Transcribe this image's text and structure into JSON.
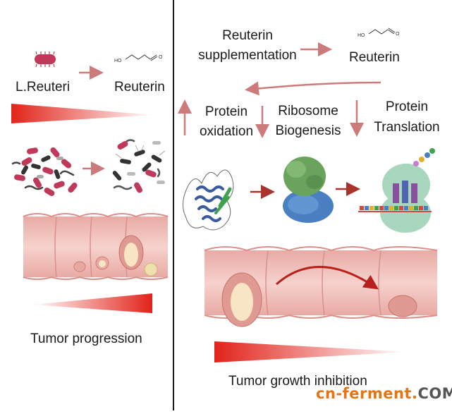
{
  "left_panel": {
    "lreuteri_label": "L.Reuteri",
    "reuterin_label": "Reuterin",
    "tumor_progression_label": "Tumor progression"
  },
  "right_panel": {
    "reuterin_supplementation_line1": "Reuterin",
    "reuterin_supplementation_line2": "supplementation",
    "reuterin_label": "Reuterin",
    "protein_oxidation_line1": "Protein",
    "protein_oxidation_line2": "oxidation",
    "ribosome_biogenesis_line1": "Ribosome",
    "ribosome_biogenesis_line2": "Biogenesis",
    "protein_translation_line1": "Protein",
    "protein_translation_line2": "Translation",
    "tumor_growth_inhibition_label": "Tumor growth inhibition"
  },
  "molecule_text": {
    "ho": "HO",
    "o": "O"
  },
  "watermark": {
    "prefix": "cn-ferment",
    "dot": ".",
    "suffix": "COM"
  },
  "colors": {
    "arrow": "#cc7a7a",
    "dark_arrow": "#a8322c",
    "gradient_red": "#e2231a",
    "tissue": "#f3c4bf",
    "tissue_dark": "#d9908a",
    "bacteria": "#c0395a",
    "watermark_orange": "#e57512",
    "watermark_gray": "#555555"
  }
}
